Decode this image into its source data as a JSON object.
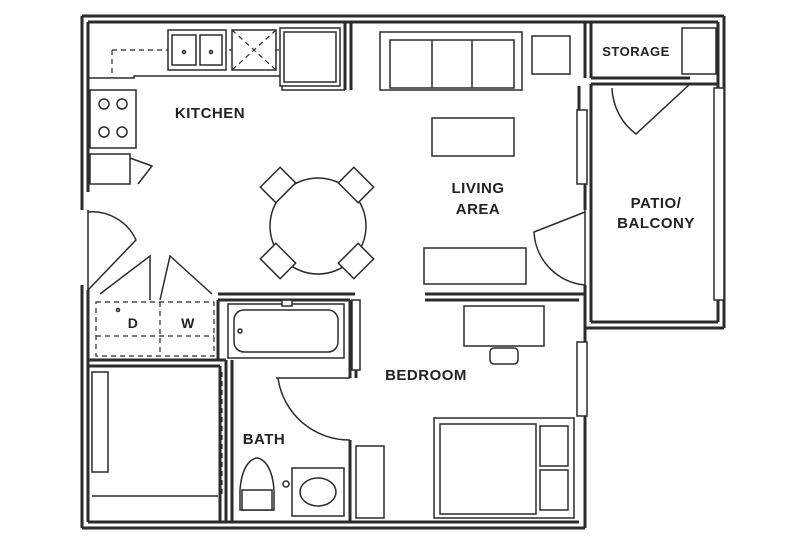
{
  "rooms": {
    "kitchen": "KITCHEN",
    "storage": "STORAGE",
    "living_line1": "LIVING",
    "living_line2": "AREA",
    "patio_line1": "PATIO/",
    "patio_line2": "BALCONY",
    "bedroom": "BEDROOM",
    "bath": "BATH"
  },
  "appliances": {
    "dryer": "D",
    "washer": "W"
  },
  "colors": {
    "line": "#2b2b2b",
    "background": "#ffffff"
  }
}
